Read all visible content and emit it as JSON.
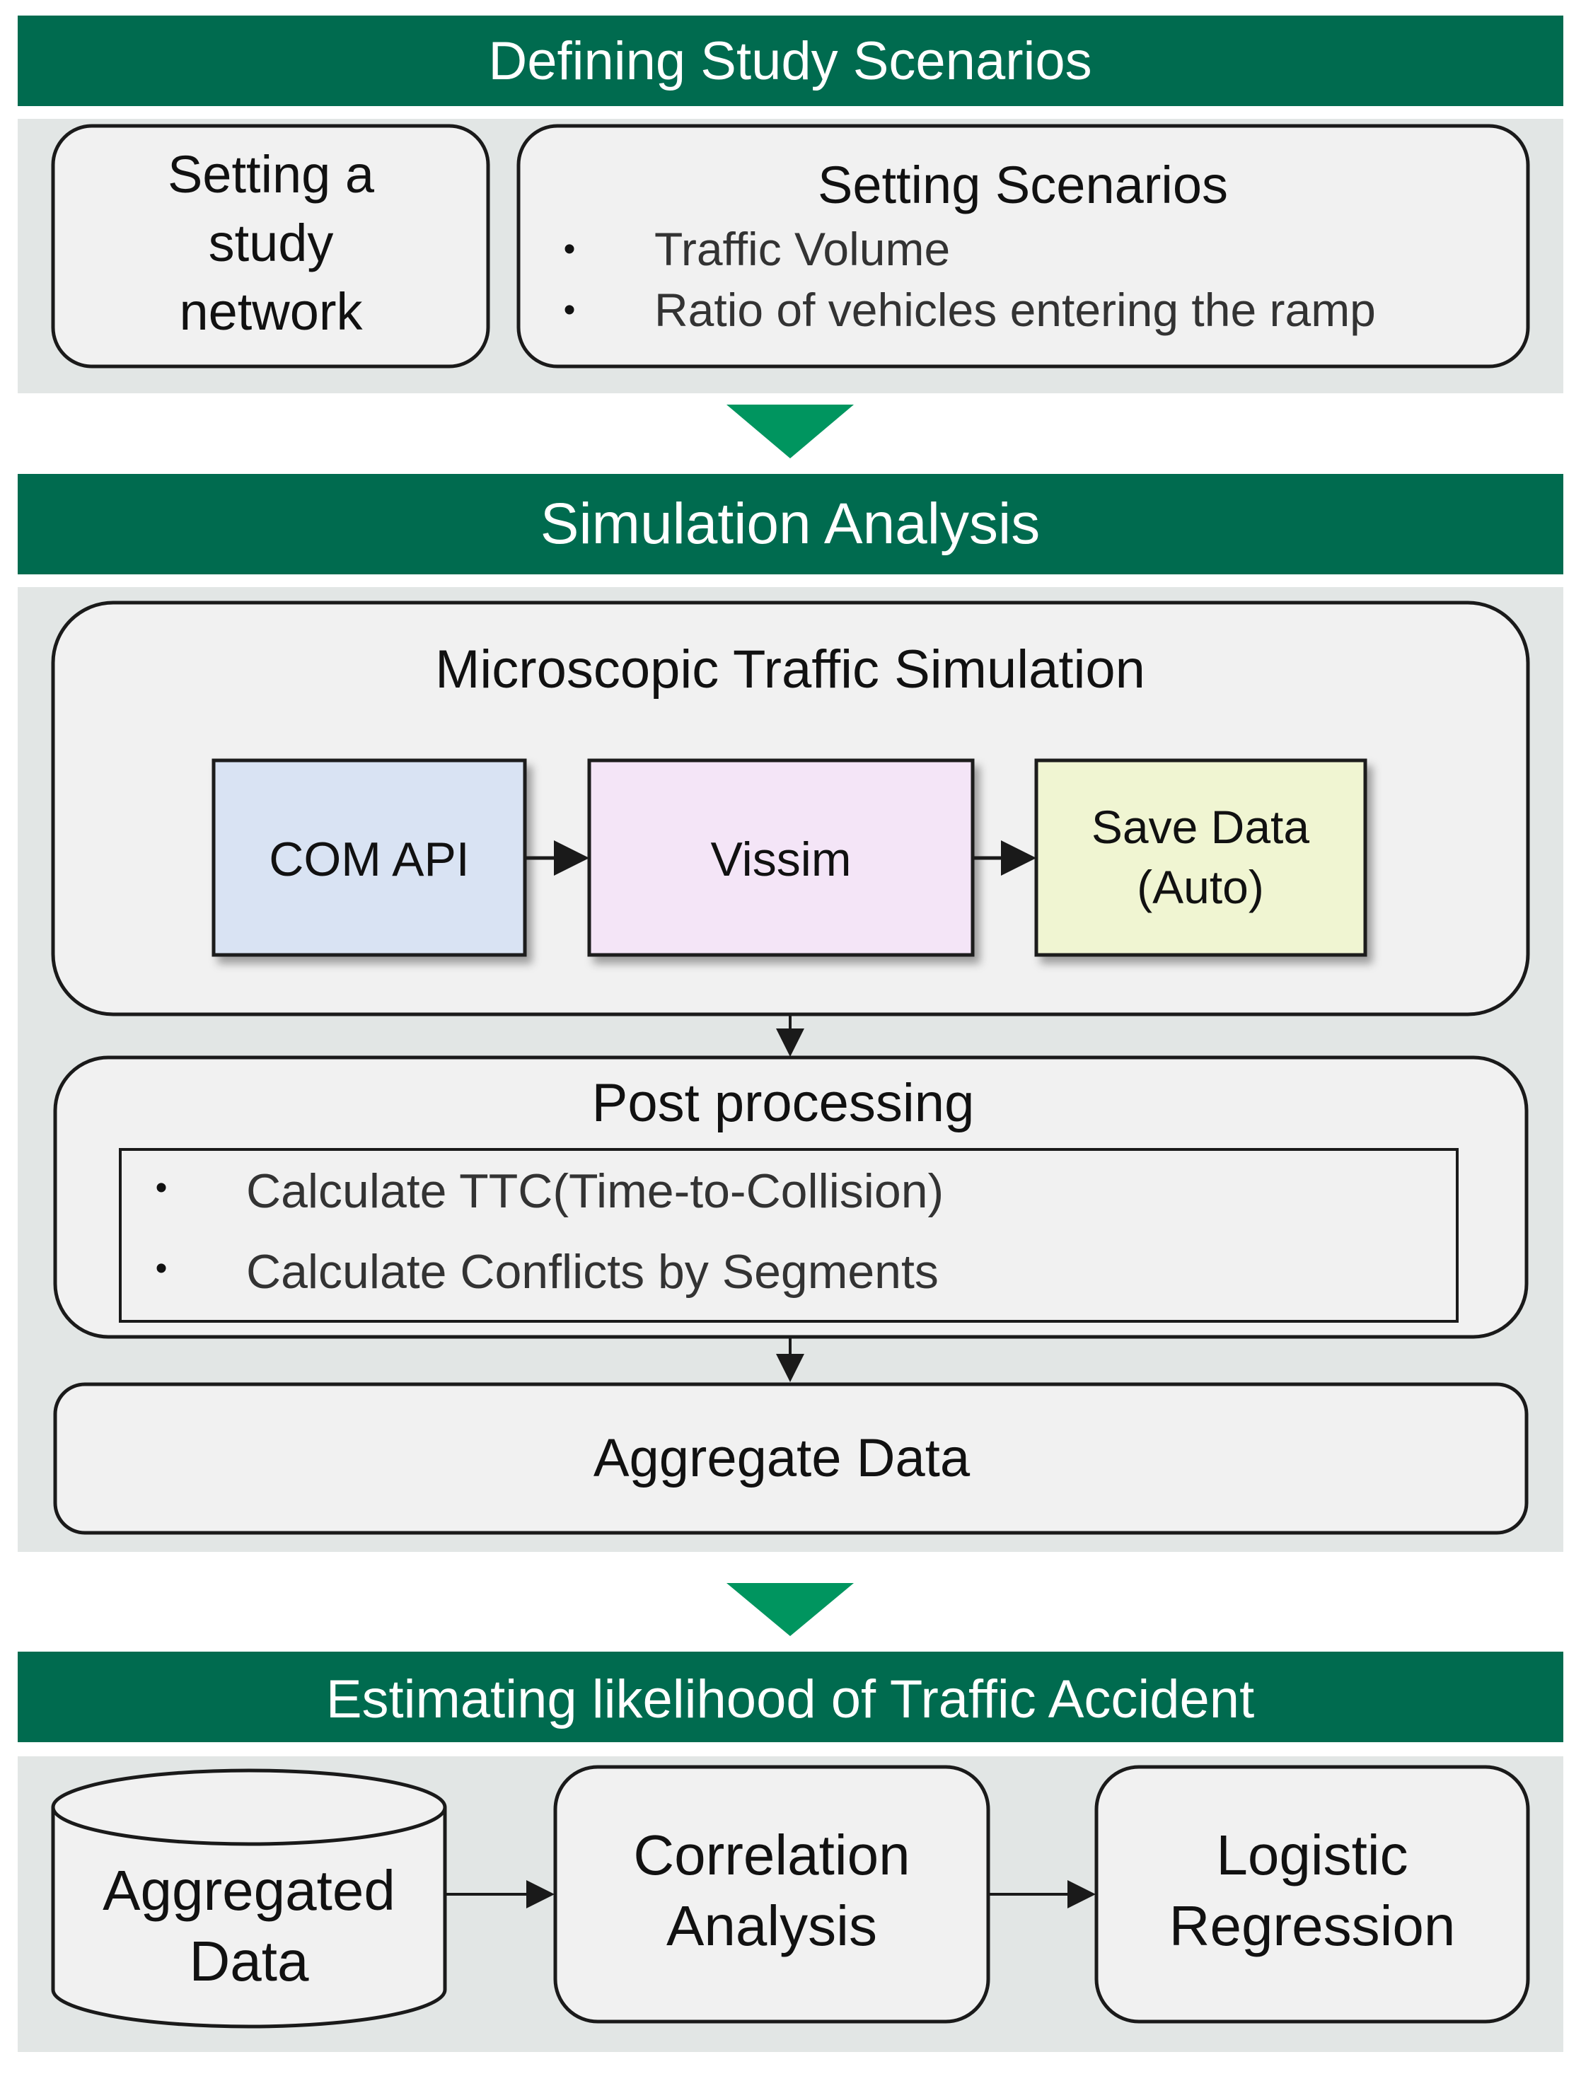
{
  "colors": {
    "header_green": "#006B4F",
    "arrow_green": "#00955F",
    "panel_gray": "#E2E6E5",
    "box_fill": "#F1F1F1",
    "com_api_fill": "#D9E3F3",
    "vissim_fill": "#F4E5F7",
    "save_data_fill": "#F0F5D2",
    "outline": "#1A1A1A"
  },
  "section1": {
    "title": "Defining Study Scenarios",
    "study_network": [
      "Setting a",
      "study",
      "network"
    ],
    "scenarios": {
      "title": "Setting Scenarios",
      "bullets": [
        "Traffic Volume",
        "Ratio of vehicles entering the ramp"
      ]
    }
  },
  "section2": {
    "title": "Simulation Analysis",
    "micro": {
      "title": "Microscopic Traffic Simulation",
      "com_api": "COM API",
      "vissim": "Vissim",
      "save_data": [
        "Save Data",
        "(Auto)"
      ]
    },
    "post": {
      "title": "Post processing",
      "bullets": [
        "Calculate TTC(Time-to-Collision)",
        "Calculate Conflicts by Segments"
      ]
    },
    "aggregate": "Aggregate Data"
  },
  "section3": {
    "title": "Estimating likelihood of Traffic Accident",
    "aggregated": [
      "Aggregated",
      "Data"
    ],
    "correlation": [
      "Correlation",
      "Analysis"
    ],
    "logistic": [
      "Logistic",
      "Regression"
    ]
  },
  "bullet_glyph": "•"
}
